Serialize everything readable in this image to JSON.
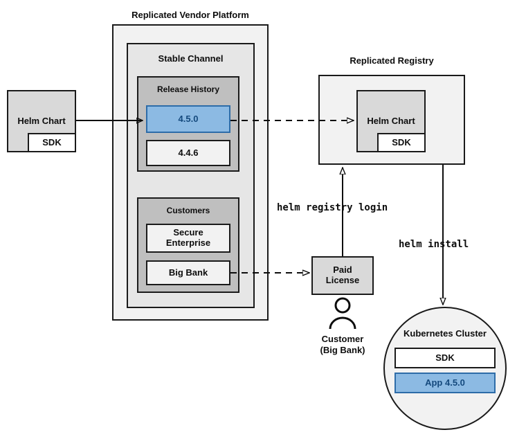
{
  "diagram": {
    "title_platform": "Replicated Vendor Platform",
    "title_registry": "Replicated Registry",
    "platform": {
      "channel_label": "Stable Channel",
      "release_history": {
        "label": "Release History",
        "releases": [
          {
            "version": "4.5.0",
            "highlighted": true
          },
          {
            "version": "4.4.6",
            "highlighted": false
          }
        ]
      },
      "customers": {
        "label": "Customers",
        "items": [
          {
            "name": "Secure\nEnterprise",
            "line1": "Secure",
            "line2": "Enterprise"
          },
          {
            "name": "Big Bank",
            "line1": "Big Bank",
            "line2": ""
          }
        ]
      }
    },
    "source_chart": {
      "label": "Helm Chart",
      "sdk_label": "SDK"
    },
    "registry": {
      "chart_label": "Helm Chart",
      "sdk_label": "SDK"
    },
    "license": {
      "line1": "Paid",
      "line2": "License"
    },
    "customer_actor": {
      "line1": "Customer",
      "line2": "(Big Bank)",
      "icon": "person-icon"
    },
    "cluster": {
      "label": "Kubernetes Cluster",
      "components": [
        {
          "label": "SDK",
          "highlighted": false
        },
        {
          "label": "App 4.5.0",
          "highlighted": true
        }
      ]
    },
    "commands": {
      "registry_login": "helm registry login",
      "install": "helm install"
    },
    "colors": {
      "accent_blue_fill": "#8cbae3",
      "accent_blue_border": "#2d6ca8",
      "accent_blue_text": "#14497d",
      "stroke": "#1a1a1a",
      "panel_lightest": "#f2f2f2",
      "panel_light": "#e6e6e6",
      "panel_mid": "#d9d9d9",
      "panel_dark": "#bfbfbf"
    }
  }
}
